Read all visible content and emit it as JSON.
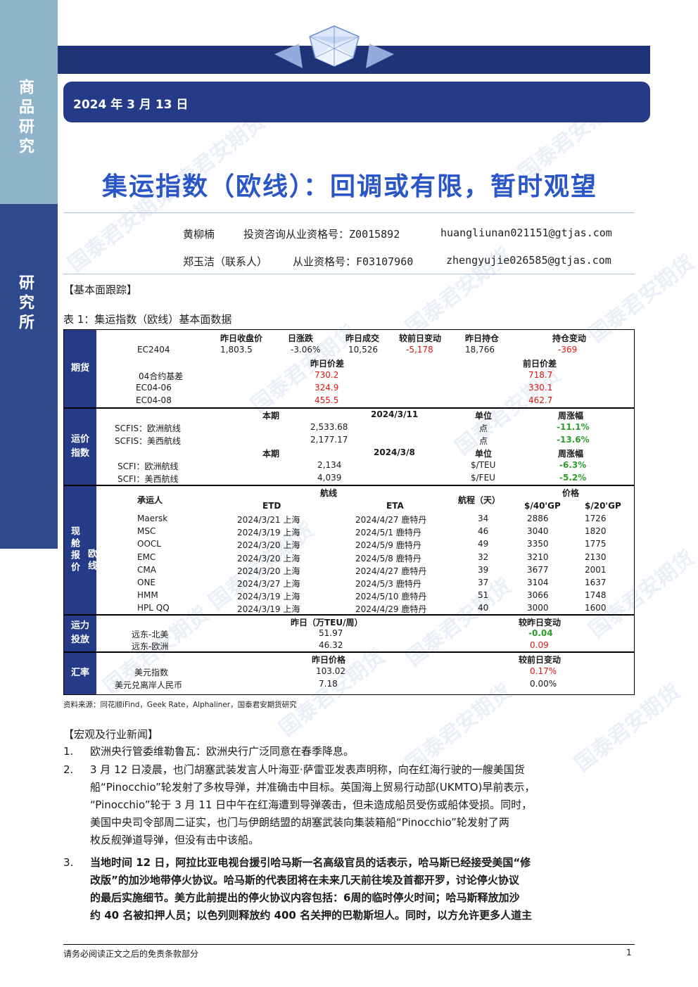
{
  "sidebar": {
    "top_label": "商品研究",
    "mid_label": "研究所"
  },
  "header": {
    "date": "2024 年 3 月 13 日",
    "watermark": "国泰君安期货"
  },
  "title": "集运指数（欧线）：回调或有限，暂时观望",
  "authors": [
    {
      "name": "黄柳楠",
      "cert_label": "投资咨询从业资格号：Z0015892",
      "email": "huangliunan021151@gtjas.com"
    },
    {
      "name": "郑玉洁（联系人）",
      "cert_label": "从业资格号：F03107960",
      "email": "zhengyujie026585@gtjas.com"
    }
  ],
  "section1": "【基本面跟踪】",
  "table_caption": "表 1：集运指数（欧线）基本面数据",
  "futures": {
    "block": "期货",
    "headers": [
      "昨日收盘价",
      "日涨跌",
      "昨日成交",
      "较前日变动",
      "昨日持仓",
      "持仓变动"
    ],
    "row": [
      "EC2404",
      "1,803.5",
      "-3.06%",
      "10,526",
      "-5,178",
      "18,766",
      "-369"
    ],
    "basis_headers": [
      "昨日价差",
      "前日价差"
    ],
    "basis_rows": [
      [
        "04合约基差",
        "730.2",
        "718.7"
      ],
      [
        "EC04-06",
        "324.9",
        "330.1"
      ],
      [
        "EC04-08",
        "455.5",
        "462.7"
      ]
    ]
  },
  "freight": {
    "block": "运价指数",
    "scfis_headers": [
      "本期",
      "2024/3/11",
      "单位",
      "周涨幅"
    ],
    "scfis_rows": [
      [
        "SCFIS：欧洲航线",
        "2,533.68",
        "点",
        "-11.1%"
      ],
      [
        "SCFIS：美西航线",
        "2,177.17",
        "点",
        "-13.6%"
      ]
    ],
    "scfi_headers": [
      "本期",
      "2024/3/8",
      "单位",
      "周涨幅"
    ],
    "scfi_rows": [
      [
        "SCFI：欧洲航线",
        "2,134",
        "$/TEU",
        "-6.3%"
      ],
      [
        "SCFI：美西航线",
        "4,039",
        "$/FEU",
        "-5.2%"
      ]
    ]
  },
  "spot": {
    "block_left": "现舱报价",
    "block_right": "欧线",
    "headers": {
      "carrier": "承运人",
      "route": "航线",
      "etd": "ETD",
      "eta": "ETA",
      "days": "航程（天）",
      "price": "价格",
      "p40": "$/40'GP",
      "p20": "$/20'GP"
    },
    "rows": [
      [
        "Maersk",
        "2024/3/21 上海",
        "2024/4/27 鹿特丹",
        "34",
        "2886",
        "1726"
      ],
      [
        "MSC",
        "2024/3/19 上海",
        "2024/5/1 鹿特丹",
        "46",
        "3040",
        "1820"
      ],
      [
        "OOCL",
        "2024/3/20 上海",
        "2024/5/9 鹿特丹",
        "49",
        "3350",
        "1775"
      ],
      [
        "EMC",
        "2024/3/20 上海",
        "2024/5/8 鹿特丹",
        "32",
        "3210",
        "2130"
      ],
      [
        "CMA",
        "2024/3/20 上海",
        "2024/4/27 鹿特丹",
        "39",
        "3677",
        "2001"
      ],
      [
        "ONE",
        "2024/3/27 上海",
        "2024/5/3 鹿特丹",
        "37",
        "3104",
        "1637"
      ],
      [
        "HMM",
        "2024/3/19 上海",
        "2024/5/10 鹿特丹",
        "51",
        "3066",
        "1748"
      ],
      [
        "HPL QQ",
        "2024/3/19 上海",
        "2024/4/29 鹿特丹",
        "40",
        "3000",
        "1600"
      ]
    ]
  },
  "capacity": {
    "block": "运力投放",
    "headers": [
      "昨日（万TEU/周）",
      "较昨日变动"
    ],
    "rows": [
      [
        "远东-北美",
        "51.97",
        "-0.04"
      ],
      [
        "远东-欧洲",
        "46.32",
        "0.09"
      ]
    ]
  },
  "fx": {
    "block": "汇率",
    "headers": [
      "昨日价格",
      "较前日变动"
    ],
    "rows": [
      [
        "美元指数",
        "103.02",
        "0.17%"
      ],
      [
        "美元兑离岸人民币",
        "7.18",
        "0.00%"
      ]
    ]
  },
  "source": "资料来源：同花顺iFind，Geek Rate，Alphaliner，国泰君安期货研究",
  "section2": "【宏观及行业新闻】",
  "news": [
    {
      "num": "1.",
      "lines": [
        "欧洲央行管委维勒鲁瓦：欧洲央行广泛同意在春季降息。"
      ]
    },
    {
      "num": "2.",
      "lines": [
        "3 月 12 日凌晨，也门胡塞武装发言人叶海亚·萨雷亚发表声明称，向在红海行驶的一艘美国货",
        "船“Pinocchio”轮发射了多枚导弹，并准确击中目标。英国海上贸易行动部(UKMTO)早前表示，",
        "“Pinocchio”轮于 3 月 11 日中午在红海遭到导弹袭击，但未造成船员受伤或船体受损。同时，",
        "美国中央司令部周二证实，也门与伊朗结盟的胡塞武装向集装箱船“Pinocchio”轮发射了两",
        "枚反舰弹道导弹，但没有击中该船。"
      ]
    },
    {
      "num": "3.",
      "lines": [
        "当地时间 12 日，阿拉比亚电视台援引哈马斯一名高级官员的话表示，哈马斯已经接受美国“修",
        "改版”的加沙地带停火协议。哈马斯的代表团将在未来几天前往埃及首都开罗，讨论停火协议",
        "的最后实施细节。美方此前提出的停火协议内容包括：6周的临时停火时间；哈马斯释放加沙",
        "约 40 名被扣押人员；以色列则释放约 400 名关押的巴勒斯坦人。同时，以方允许更多人道主"
      ]
    }
  ],
  "footer": {
    "disclaimer": "请务必阅读正文之后的免责条款部分",
    "page": "1"
  }
}
